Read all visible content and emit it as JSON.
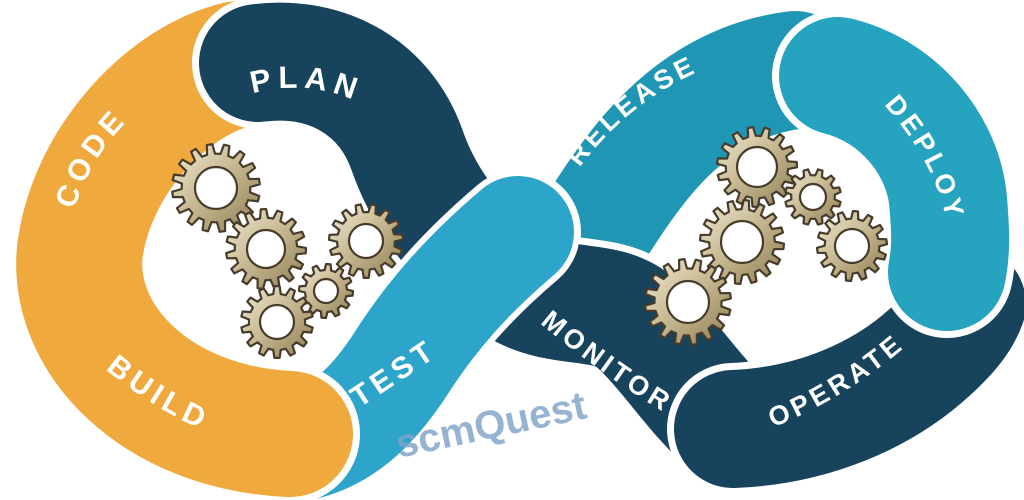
{
  "diagram": {
    "type": "devops-infinity-loop",
    "segments": [
      {
        "id": "plan",
        "label": "PLAN",
        "color": "#17435C"
      },
      {
        "id": "code",
        "label": "CODE",
        "color": "#F0A93C"
      },
      {
        "id": "build",
        "label": "BUILD",
        "color": "#F0A93C"
      },
      {
        "id": "test",
        "label": "TEST",
        "color": "#2DA4CA"
      },
      {
        "id": "release",
        "label": "RELEASE",
        "color": "#1F96B3"
      },
      {
        "id": "deploy",
        "label": "DEPLOY",
        "color": "#25A3BF"
      },
      {
        "id": "operate",
        "label": "OPERATE",
        "color": "#17435C"
      },
      {
        "id": "monitor",
        "label": "MONITOR",
        "color": "#17435C"
      }
    ],
    "watermark": {
      "text": "scmQuest",
      "color": "#7FA3C9"
    },
    "gears": {
      "icon": "gears-icon",
      "left_count": 5,
      "right_count": 5,
      "fill_light": "#F0E9D6",
      "fill_mid": "#C9BB94",
      "fill_dark": "#8F7D54",
      "outline": "#473C2B"
    },
    "background": "#FFFFFF"
  }
}
